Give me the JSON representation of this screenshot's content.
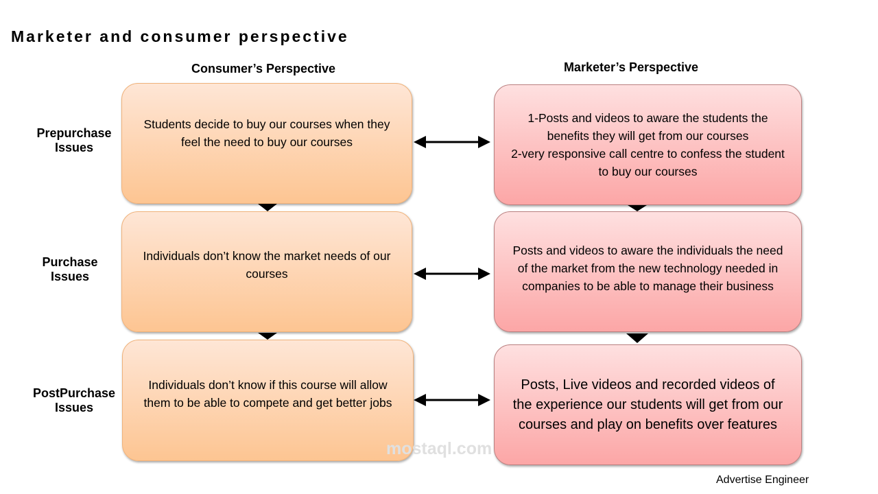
{
  "title": "Marketer and consumer perspective",
  "headers": {
    "consumer": "Consumer’s Perspective",
    "marketer": "Marketer’s Perspective"
  },
  "rows": [
    {
      "label": "Prepurchase Issues",
      "consumer": "Students decide to buy our courses when they feel the need to buy our courses",
      "marketer_lines": [
        "1-Posts and videos to aware the students the benefits they will get from our courses",
        "2-very responsive call centre to confess the student to buy our courses"
      ]
    },
    {
      "label": "Purchase Issues",
      "consumer": "Individuals  don’t know the market needs of our courses",
      "marketer": "Posts and videos to aware the individuals the need of the market from the new technology needed in companies to be able to manage their business"
    },
    {
      "label": "PostPurchase Issues",
      "consumer": "Individuals don’t know if this course will allow them to be able to compete and get better jobs",
      "marketer": "Posts, Live videos and recorded videos of the experience our students will get from our courses and  play on benefits over features"
    }
  ],
  "watermark": "mostaql.com",
  "footer": "Advertise Engineer"
}
